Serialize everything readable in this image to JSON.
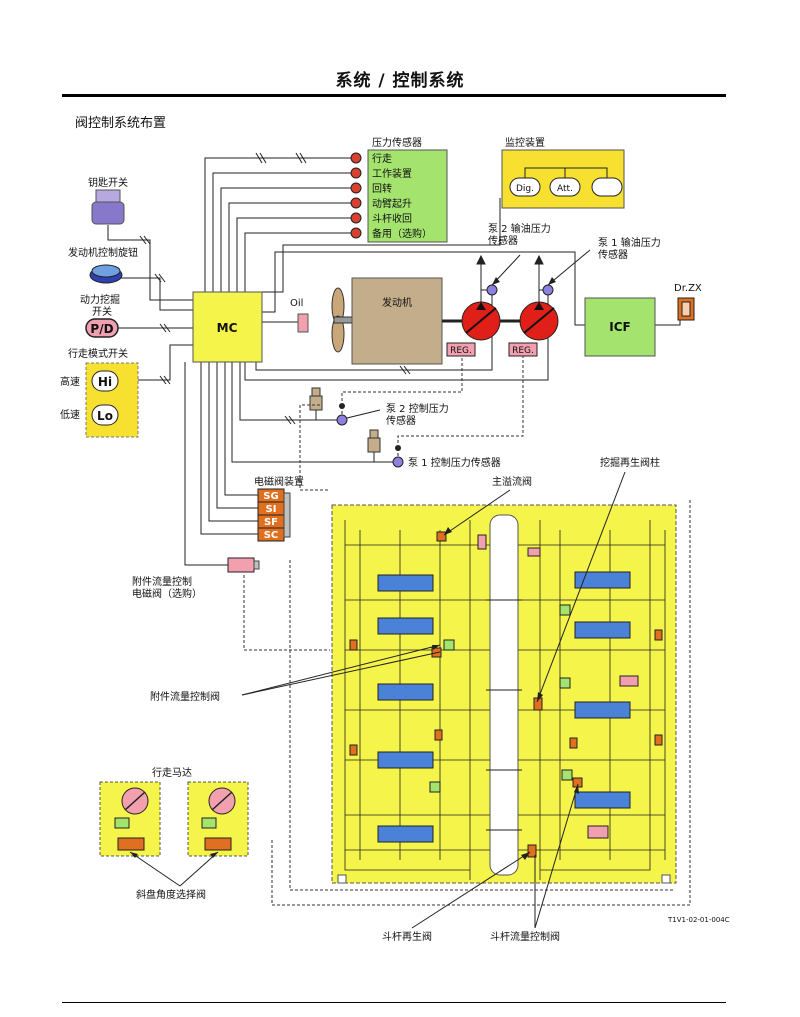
{
  "header": {
    "title": "系统 / 控制系统"
  },
  "section_title": "阀控制系统布置",
  "left_inputs": {
    "key_switch": "钥匙开关",
    "engine_dial": "发动机控制旋钮",
    "power_dig_l1": "动力挖掘",
    "power_dig_l2": "开关",
    "pd_label": "P/D",
    "travel_mode": "行走模式开关",
    "high_speed": "高速",
    "low_speed": "低速",
    "hi": "Hi",
    "lo": "Lo"
  },
  "mc": {
    "label": "MC"
  },
  "oil": {
    "label": "Oil"
  },
  "engine": {
    "label": "发动机"
  },
  "reg": {
    "label1": "REG.",
    "label2": "REG."
  },
  "pressure_sensors": {
    "title": "压力传感器",
    "items": [
      "行走",
      "工作装置",
      "回转",
      "动臂起升",
      "斗杆收回",
      "备用（选购）"
    ]
  },
  "monitor": {
    "title": "监控装置",
    "dig": "Dig.",
    "att": "Att."
  },
  "pump2_sensor": {
    "l1": "泵 2 输油压力",
    "l2": "传感器"
  },
  "pump1_sensor": {
    "l1": "泵 1 输油压力",
    "l2": "传感器"
  },
  "icf": {
    "label": "ICF"
  },
  "drzx": {
    "label": "Dr.ZX"
  },
  "pump2_ctrl": {
    "l1": "泵 2 控制压力",
    "l2": "传感器"
  },
  "pump1_ctrl": {
    "label": "泵 1 控制压力传感器"
  },
  "solenoid": {
    "title": "电磁阀装置",
    "items": [
      "SG",
      "SI",
      "SF",
      "SC"
    ]
  },
  "attach_solenoid": {
    "l1": "附件流量控制",
    "l2": "电磁阀（选购）"
  },
  "main_relief": "主溢流阀",
  "dig_regen": "挖掘再生阀柱",
  "attach_flow": "附件流量控制阀",
  "travel_motor": "行走马达",
  "swash": "斜盘角度选择阀",
  "arm_regen": "斗杆再生阀",
  "arm_flow": "斗杆流量控制阀",
  "fig_ref": "T1V1-02-01-004C"
}
